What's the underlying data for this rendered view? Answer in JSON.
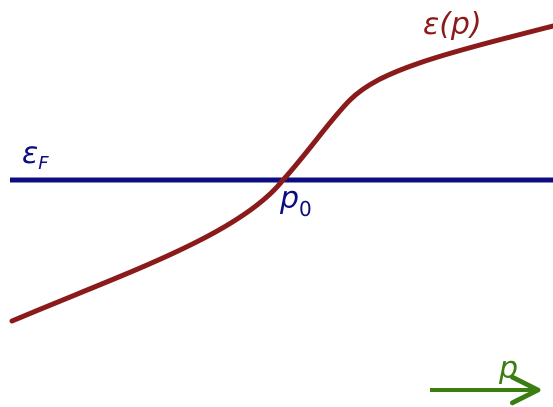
{
  "labels": {
    "dispersion": "ε(p)",
    "fermi_symbol": "ε",
    "fermi_subscript": "F",
    "crossing_symbol": "p",
    "crossing_subscript": "0",
    "momentum_axis": "p"
  },
  "colors": {
    "dispersion": "#8b1a1a",
    "fermi_level": "#0d0d80",
    "momentum_arrow": "#3a7d10",
    "background": "#ffffff"
  }
}
